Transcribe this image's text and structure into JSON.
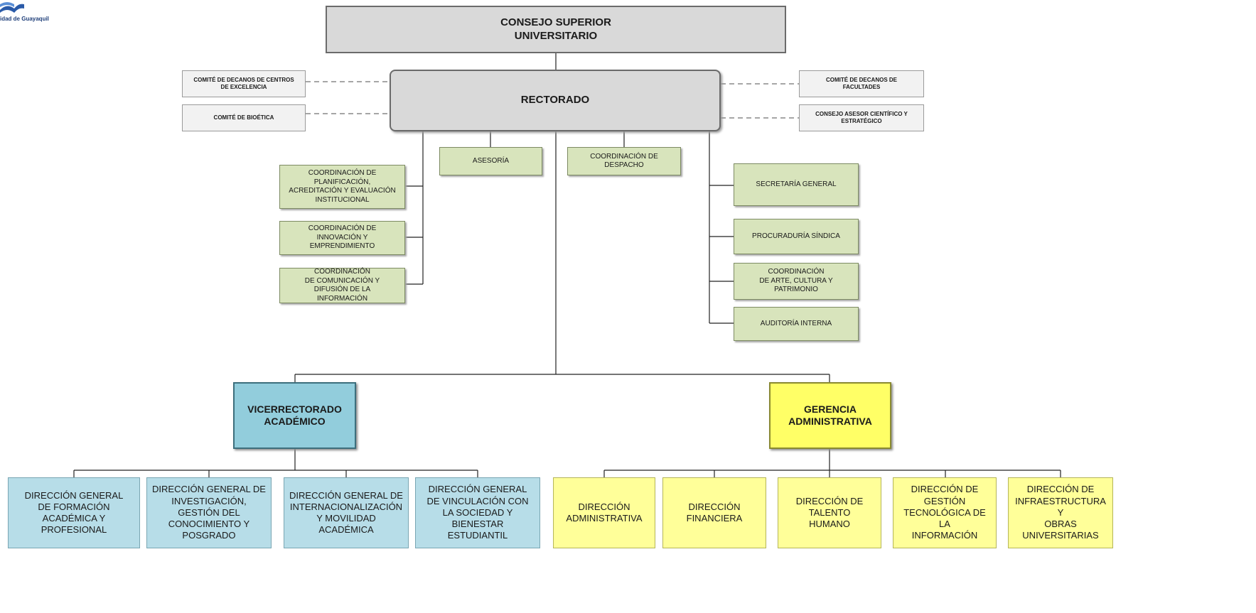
{
  "logo": {
    "text": "idad de Guayaquil",
    "color": "#1f3f7a"
  },
  "top": {
    "consejo": "CONSEJO SUPERIOR\nUNIVERSITARIO",
    "rectorado": "RECTORADO"
  },
  "committees": {
    "decanos_centros": "COMITÉ DE DECANOS DE CENTROS\nDE EXCELENCIA",
    "bioetica": "COMITÉ DE BIOÉTICA",
    "decanos_facultades": "COMITÉ DE DECANOS DE\nFACULTADES",
    "consejo_asesor": "CONSEJO ASESOR CIENTÍFICO Y\nESTRATÉGICO"
  },
  "staff": {
    "asesoria": "ASESORÍA",
    "despacho": "COORDINACIÓN DE\nDESPACHO",
    "planificacion": "COORDINACIÓN DE\nPLANIFICACIÓN,\nACREDITACIÓN Y EVALUACIÓN\nINSTITUCIONAL",
    "innovacion": "COORDINACIÓN DE\nINNOVACIÓN Y\nEMPRENDIMIENTO",
    "comunicacion": "COORDINACIÓN\nDE COMUNICACIÓN Y\nDIFUSIÓN DE LA\nINFORMACIÓN",
    "secretaria": "SECRETARÍA GENERAL",
    "procuraduria": "PROCURADURÍA SÍNDICA",
    "arte": "COORDINACIÓN\nDE ARTE, CULTURA Y\nPATRIMONIO",
    "auditoria": "AUDITORÍA INTERNA"
  },
  "branches": {
    "vicerrectorado": "VICERRECTORADO\nACADÉMICO",
    "gerencia": "GERENCIA\nADMINISTRATIVA"
  },
  "academic_directions": [
    "DIRECCIÓN GENERAL\nDE FORMACIÓN\nACADÉMICA Y\nPROFESIONAL",
    "DIRECCIÓN GENERAL DE\nINVESTIGACIÓN,\nGESTIÓN DEL\nCONOCIMIENTO Y\nPOSGRADO",
    "DIRECCIÓN GENERAL DE\nINTERNACIONALIZACIÓN\nY MOVILIDAD\nACADÉMICA",
    "DIRECCIÓN GENERAL\nDE VINCULACIÓN CON\nLA SOCIEDAD Y\nBIENESTAR\nESTUDIANTIL"
  ],
  "admin_directions": [
    "DIRECCIÓN\nADMINISTRATIVA",
    "DIRECCIÓN\nFINANCIERA",
    "DIRECCIÓN DE\nTALENTO\nHUMANO",
    "DIRECCIÓN DE\nGESTIÓN\nTECNOLÓGICA DE\nLA\nINFORMACIÓN",
    "DIRECCIÓN DE\nINFRAESTRUCTURA\nY\nOBRAS\nUNIVERSITARIAS"
  ],
  "colors": {
    "gray_box": "#d9d9d9",
    "green_box": "#d8e4bc",
    "vice_box": "#92cddc",
    "gerencia_box": "#ffff66",
    "academic_dir": "#b7dde8",
    "admin_dir": "#ffff99"
  }
}
